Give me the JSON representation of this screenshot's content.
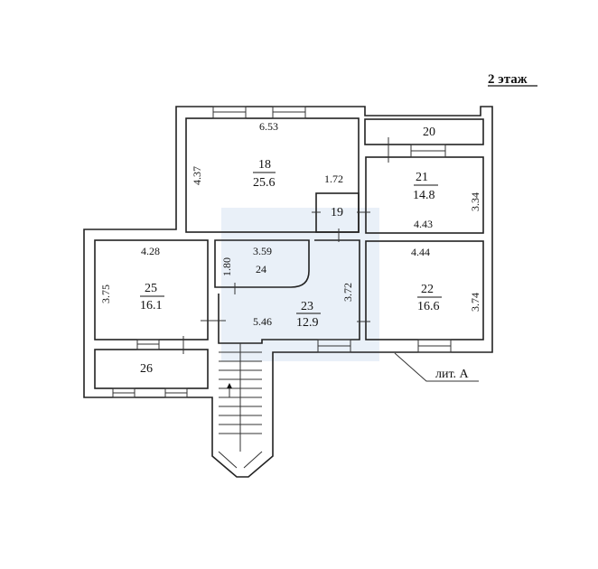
{
  "title": "2 этаж",
  "building_label": "лит. А",
  "colors": {
    "wall": "#222222",
    "watermark": "#dbe6f3"
  },
  "rooms": {
    "r18": {
      "number": "18",
      "area": "25.6",
      "width": "6.53",
      "depth": "4.37",
      "extra": "1.72"
    },
    "r19": {
      "number": "19"
    },
    "r20": {
      "number": "20"
    },
    "r21": {
      "number": "21",
      "area": "14.8",
      "width": "4.43",
      "depth": "3.34"
    },
    "r22": {
      "number": "22",
      "area": "16.6",
      "width": "4.44",
      "depth": "3.74"
    },
    "r23": {
      "number": "23",
      "area": "12.9",
      "width": "5.46",
      "depth": "3.72"
    },
    "r24": {
      "number": "24",
      "width": "3.59",
      "depth": "1.80"
    },
    "r25": {
      "number": "25",
      "area": "16.1",
      "width": "4.28",
      "depth": "3.75"
    },
    "r26": {
      "number": "26"
    }
  }
}
